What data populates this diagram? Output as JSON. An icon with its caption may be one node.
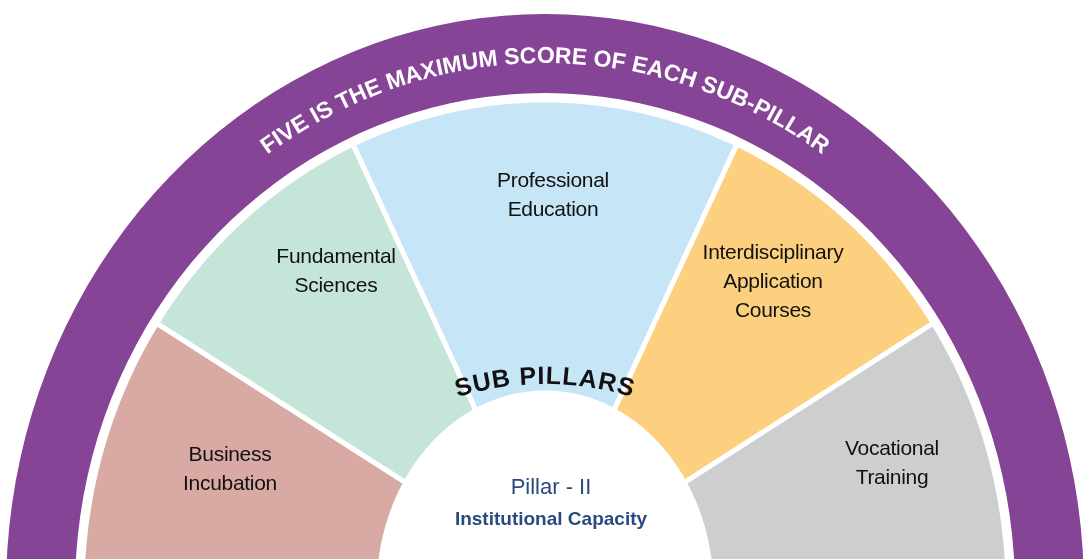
{
  "diagram": {
    "nodes": [
      {
        "text": [
          "Business Incubation"
        ]
      },
      {
        "text": [
          "Fundamental Sciences"
        ]
      },
      {
        "text": [
          "Professional Education"
        ]
      },
      {
        "text": [
          "Interdisciplinary Application Courses"
        ]
      },
      {
        "text": [
          "Vocational Training"
        ]
      },
      {
        "text": [
          "Pillar - II",
          "Institutional Capacity"
        ]
      }
    ],
    "labels": [
      "FIVE IS THE MAXIMUM SCORE OF EACH SUB-PILLAR",
      "SUB PILLARS"
    ]
  }
}
